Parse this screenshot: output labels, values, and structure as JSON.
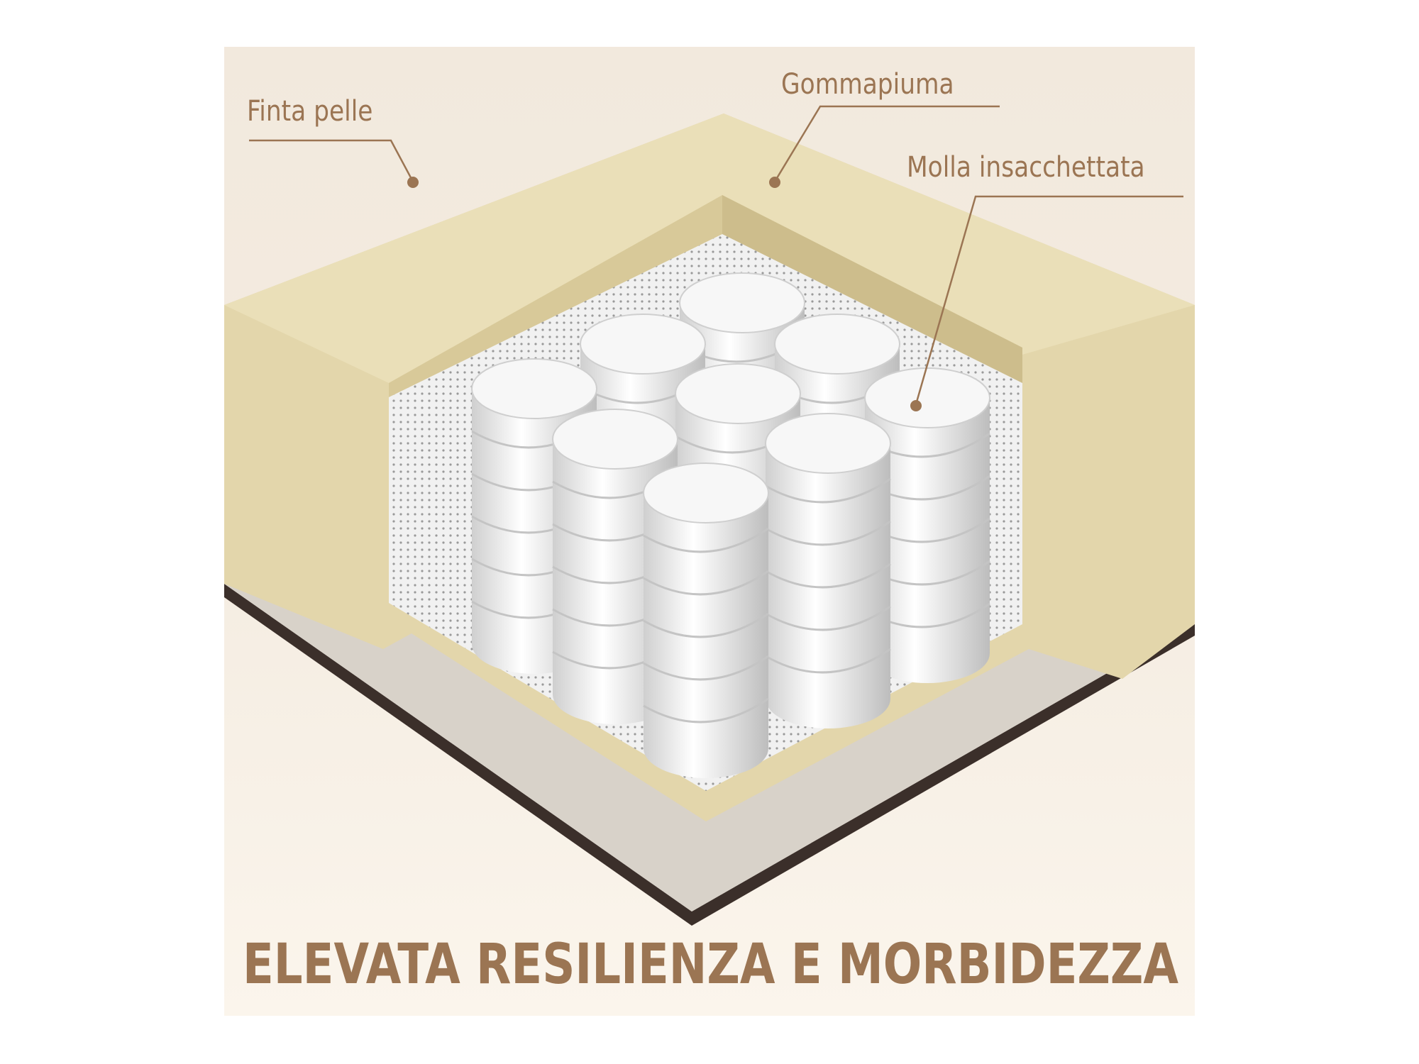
{
  "labels": {
    "faux_leather": "Finta pelle",
    "foam": "Gommapiuma",
    "pocket_spring": "Molla insacchettata"
  },
  "title": "ELEVATA RESILIENZA E MORBIDEZZA",
  "colors": {
    "text": "#9b7553",
    "background": "#f3ebe0",
    "foam": "#e3d6ab",
    "fabric": "#d8d2c9",
    "spring": "#f2f2f2"
  }
}
